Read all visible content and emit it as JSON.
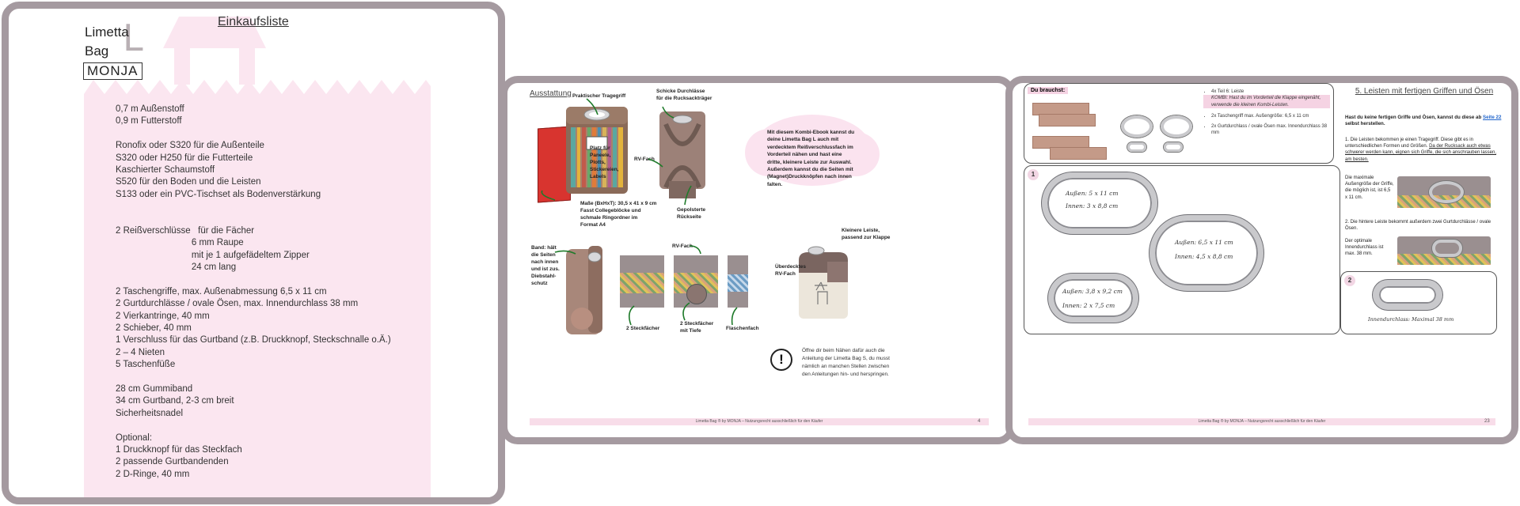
{
  "page1": {
    "logo": {
      "line1": "Limetta",
      "line2": "Bag",
      "big_letter": "L",
      "boxed": "MONJA"
    },
    "title": "Einkaufsliste",
    "items": [
      "0,7 m Außenstoff",
      "0,9 m Futterstoff",
      "",
      "Ronofix oder S320 für die Außenteile",
      "S320 oder H250 für die Futterteile",
      "Kaschierter Schaumstoff",
      "S520 für den Boden und die Leisten",
      "S133 oder ein PVC-Tischset als Bodenverstärkung",
      "",
      "",
      "2 Reißverschlüsse   für die Fächer",
      "                              6 mm Raupe",
      "                              mit je 1 aufgefädeltem Zipper",
      "                              24 cm lang",
      "",
      "2 Taschengriffe, max. Außenabmessung 6,5 x 11 cm",
      "2 Gurtdurchlässe / ovale Ösen, max. Innendurchlass 38 mm",
      "2 Vierkantringe, 40 mm",
      "2 Schieber, 40 mm",
      "1 Verschluss für das Gurtband (z.B. Druckknopf, Steckschnalle o.Ä.)",
      "2 – 4 Nieten",
      "5 Taschenfüße",
      "",
      "28 cm Gummiband",
      "34 cm Gurtband, 2-3 cm breit",
      "Sicherheitsnadel",
      "",
      "Optional:",
      "1 Druckknopf für das Steckfach",
      "2 passende Gurtbandenden",
      "2 D-Ringe, 40 mm"
    ]
  },
  "page2": {
    "section": "Ausstattung",
    "labels": {
      "tragegriff": "Praktischer Tragegriff",
      "durchlaesse": "Schicke Durchlässe\nfür die Rucksackträger",
      "platz": "Platz für\nPaneele,\nPlotts,\nStickereien,\nLabels",
      "rvfach": "RV-Fach",
      "masse": "Maße (BxHxT): 30,5 x 41 x 9 cm\nFasst Collegeblöcke und\nschmale Ringordner im\nFormat A4",
      "gepolstert": "Gepolsterte\nRückseite",
      "band": "Band: hält\ndie Seiten\nnach innen\nund ist zus.\nDiebstahl-\nschutz",
      "rvfach2": "RV-Fach",
      "steck1": "2 Steckfächer",
      "steck2": "2 Steckfächer\nmit Tiefe",
      "flaschen": "Flaschenfach",
      "cloud": "Mit diesem Kombi-Ebook kannst du\ndeine Limetta Bag L auch mit\nverdecktem Reißverschlussfach im\nVorderteil nähen und hast eine\ndritte, kleinere Leiste zur Auswahl.\nAußerdem kannst du die Seiten mit\n(Magnet)Druckknöpfen nach innen\nfalten.",
      "leiste": "Kleinere Leiste,\npassend zur Klappe",
      "ueberdeckt": "Überdecktes\nRV-Fach",
      "hinweis": "Öffne dir beim Nähen dafür auch die\nAnleitung der Limetta Bag S, du musst\nnämlich an manchen Stellen zwischen\nden Anleitungen hin- und herspringen."
    },
    "footer": "Limetta Bag ® by  MONJA  – Nutzungsrecht ausschließlich für den Käufer",
    "page_number": "4"
  },
  "page3": {
    "du_brauchst": "Du brauchst:",
    "need_list": [
      "4x Teil 6: Leiste",
      "KOMBI: Hast du im Vorderteil die Klappe eingenäht, verwende die kleinen Kombi-Leisten.",
      "2x Taschengriff max. Außengröße: 6,5 x 11 cm",
      "2x Gurtdurchlass / ovale Ösen max. Innendurchlass 38 mm"
    ],
    "heading": "5. Leisten mit fertigen Griffen und Ösen",
    "intro": "Hast du keine fertigen Griffe und Ösen, kannst du diese ab",
    "intro_link": "Seite 22",
    "intro_end": "selbst herstellen.",
    "step1a": "1. Die Leisten bekommen je einen Tragegriff. Diese gibt es in unterschiedlichen Formen und Größen.",
    "step1b": "Da der Rucksack auch etwas schwerer werden kann, eignen sich Griffe, die sich anschrauben lassen, am besten.",
    "max_size": "Die maximale Außengröße der Griffe, die möglich ist, ist 6,5 x 11 cm.",
    "step2": "2. Die hintere Leiste bekommt außerdem zwei Gurtdurchlässe / ovale Ösen.",
    "optimal": "Der optimale Innendurchlass ist max. 38 mm.",
    "card1_badge": "1",
    "card2_badge": "2",
    "oval1": [
      "Außen: 5 x 11 cm",
      "Innen: 3 x 8,8 cm"
    ],
    "oval2": [
      "Außen: 6,5 x 11 cm",
      "Innen: 4,5 x 8,8 cm"
    ],
    "oval3": [
      "Außen: 3,8 x 9,2 cm",
      "Innen: 2 x 7,5 cm"
    ],
    "oval4": "Innendurchlass: Maximal 38 mm",
    "footer": "Limetta Bag ® by  MONJA  – Nutzungsrecht ausschließlich für den Käufer",
    "page_number": "23"
  }
}
